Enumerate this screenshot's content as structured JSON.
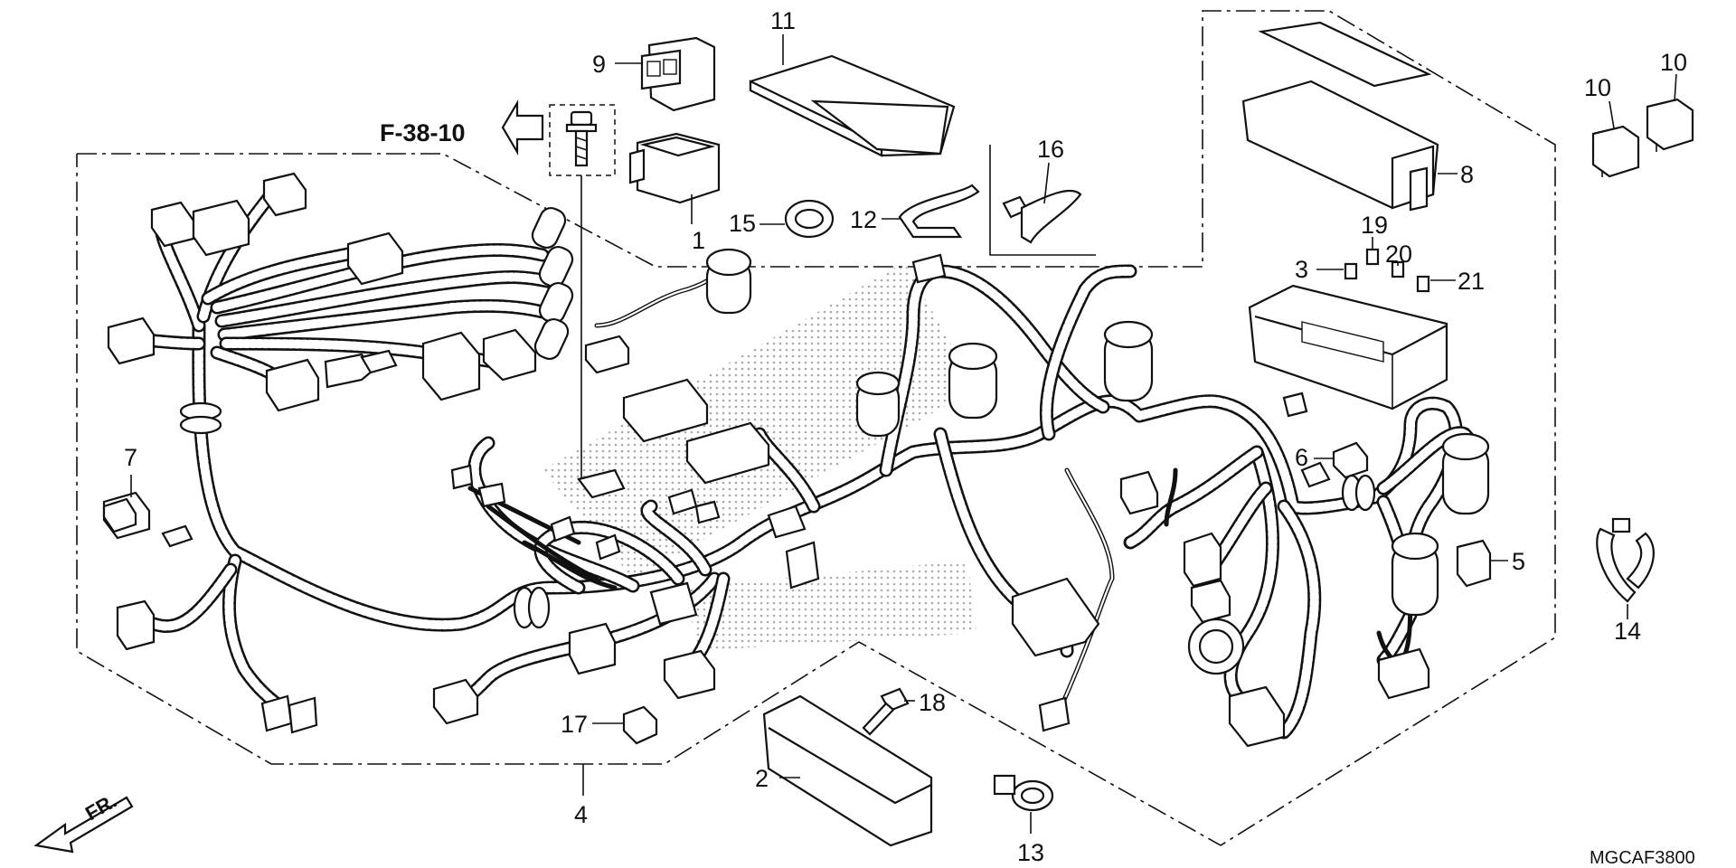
{
  "reference_label": "F-38-10",
  "front_label": "FR.",
  "diagram_code": "MGCAF3800",
  "callouts": [
    {
      "id": "1",
      "text": "1"
    },
    {
      "id": "2",
      "text": "2"
    },
    {
      "id": "3",
      "text": "3"
    },
    {
      "id": "4",
      "text": "4"
    },
    {
      "id": "5",
      "text": "5"
    },
    {
      "id": "6",
      "text": "6"
    },
    {
      "id": "7",
      "text": "7"
    },
    {
      "id": "8",
      "text": "8"
    },
    {
      "id": "9",
      "text": "9"
    },
    {
      "id": "10a",
      "text": "10"
    },
    {
      "id": "10b",
      "text": "10"
    },
    {
      "id": "11",
      "text": "11"
    },
    {
      "id": "12",
      "text": "12"
    },
    {
      "id": "13",
      "text": "13"
    },
    {
      "id": "14",
      "text": "14"
    },
    {
      "id": "15",
      "text": "15"
    },
    {
      "id": "16",
      "text": "16"
    },
    {
      "id": "17",
      "text": "17"
    },
    {
      "id": "18",
      "text": "18"
    },
    {
      "id": "19",
      "text": "19"
    },
    {
      "id": "20",
      "text": "20"
    },
    {
      "id": "21",
      "text": "21"
    }
  ],
  "colors": {
    "line": "#111111",
    "background": "#ffffff",
    "watermark": "#9a9a9a"
  }
}
